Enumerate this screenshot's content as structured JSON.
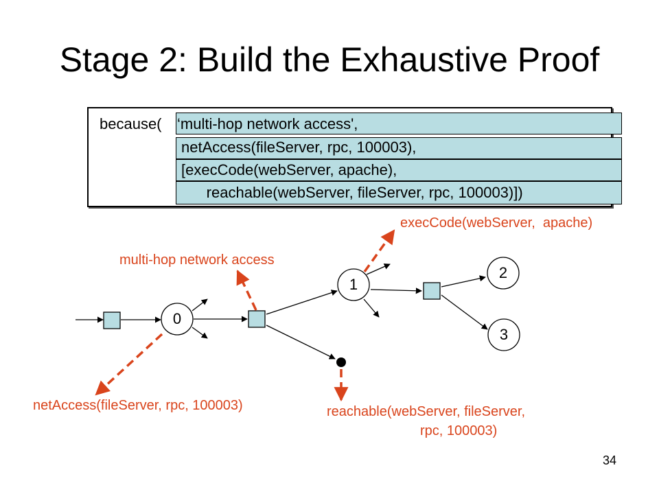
{
  "title": "Stage 2: Build the Exhaustive Proof",
  "code": {
    "prefix": "because(",
    "lines": [
      "‘multi-hop network access',",
      "netAccess(fileServer, rpc, 100003),",
      "[execCode(webServer, apache),",
      "      reachable(webServer, fileServer, rpc, 100003)])"
    ]
  },
  "labels": {
    "exec": "execCode(webServer,  apache)",
    "multihop": "multi-hop network access",
    "netaccess": "netAccess(fileServer, rpc, 100003)",
    "reachable_line1": "reachable(webServer, fileServer,",
    "reachable_line2": "rpc, 100003)"
  },
  "nodes": [
    "0",
    "1",
    "2",
    "3"
  ],
  "page_number": "34",
  "colors": {
    "highlight": "#b8dde2",
    "annotation": "#d9441c",
    "node_square": "#b8dde2"
  }
}
